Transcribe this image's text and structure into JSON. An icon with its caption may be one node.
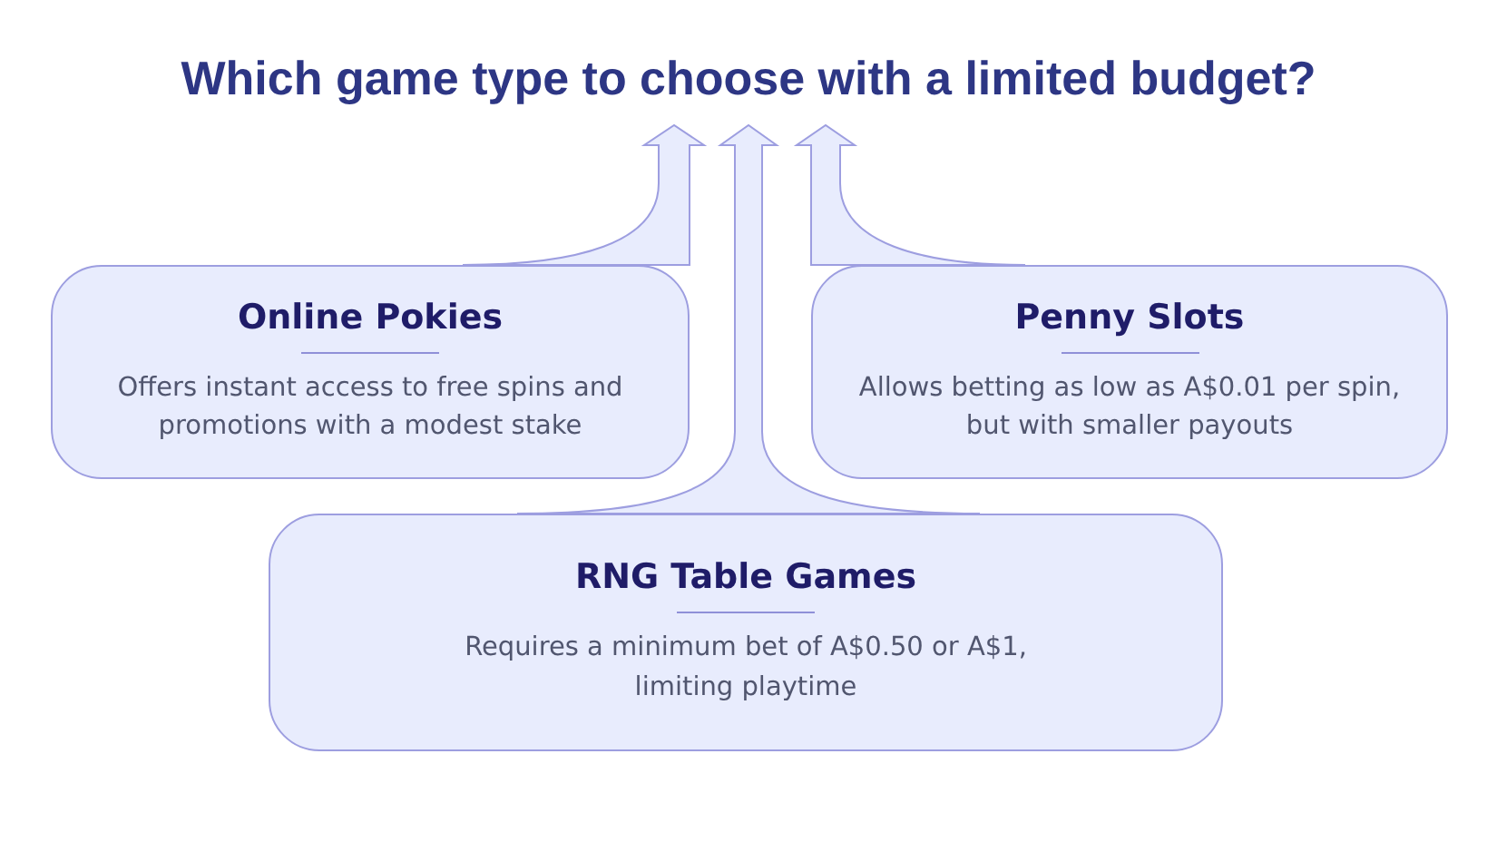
{
  "diagram": {
    "nodes": [
      {
        "text": [
          "Online Pokies",
          "Offers instant access to free spins and promotions with a modest stake"
        ]
      },
      {
        "text": [
          "Penny Slots",
          "Allows betting as low as A$0.01 per spin, but with smaller payouts"
        ]
      },
      {
        "text": [
          "RNG Table Games",
          "Requires a minimum bet of A$0.50 or A$1, limiting playtime"
        ]
      },
      {
        "text": [
          "Which game type to choose with a limited budget?"
        ]
      }
    ],
    "edges": [
      {
        "from": 0,
        "to": 3,
        "arrow": "to"
      },
      {
        "from": 2,
        "to": 3,
        "arrow": "to"
      },
      {
        "from": 1,
        "to": 3,
        "arrow": "to"
      }
    ]
  }
}
